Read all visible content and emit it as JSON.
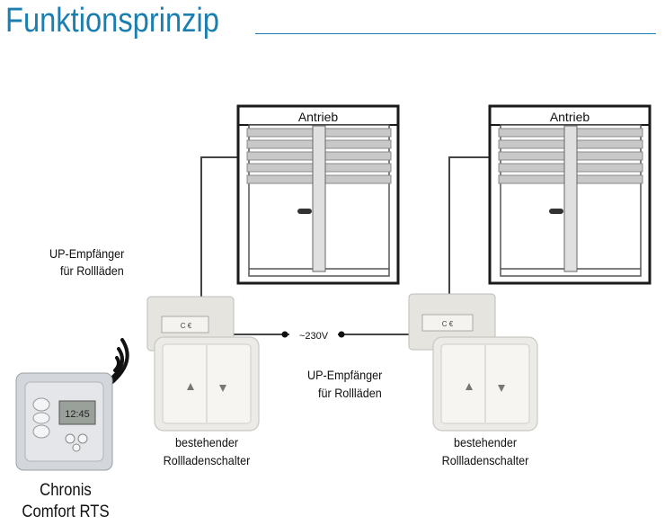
{
  "title": "Funktionsprinzip",
  "windows": [
    {
      "drive_label": "Antrieb"
    },
    {
      "drive_label": "Antrieb"
    }
  ],
  "receiver_label_top": [
    "UP-Empfänger",
    "für Rollläden"
  ],
  "receiver_label_mid": [
    "UP-Empfänger",
    "für Rollläden"
  ],
  "voltage_label": "~230V",
  "switch_labels": [
    [
      "bestehender",
      "Rollladenschalter"
    ],
    [
      "bestehender",
      "Rollladenschalter"
    ]
  ],
  "remote_name": [
    "Chronis",
    "Comfort RTS"
  ],
  "remote_display": "12:45",
  "colors": {
    "title": "#1a7fb0",
    "frame": "#1a1a1a",
    "slat": "#c8c8c8",
    "switch": "#ecebe8",
    "remote": "#d3d6da"
  }
}
